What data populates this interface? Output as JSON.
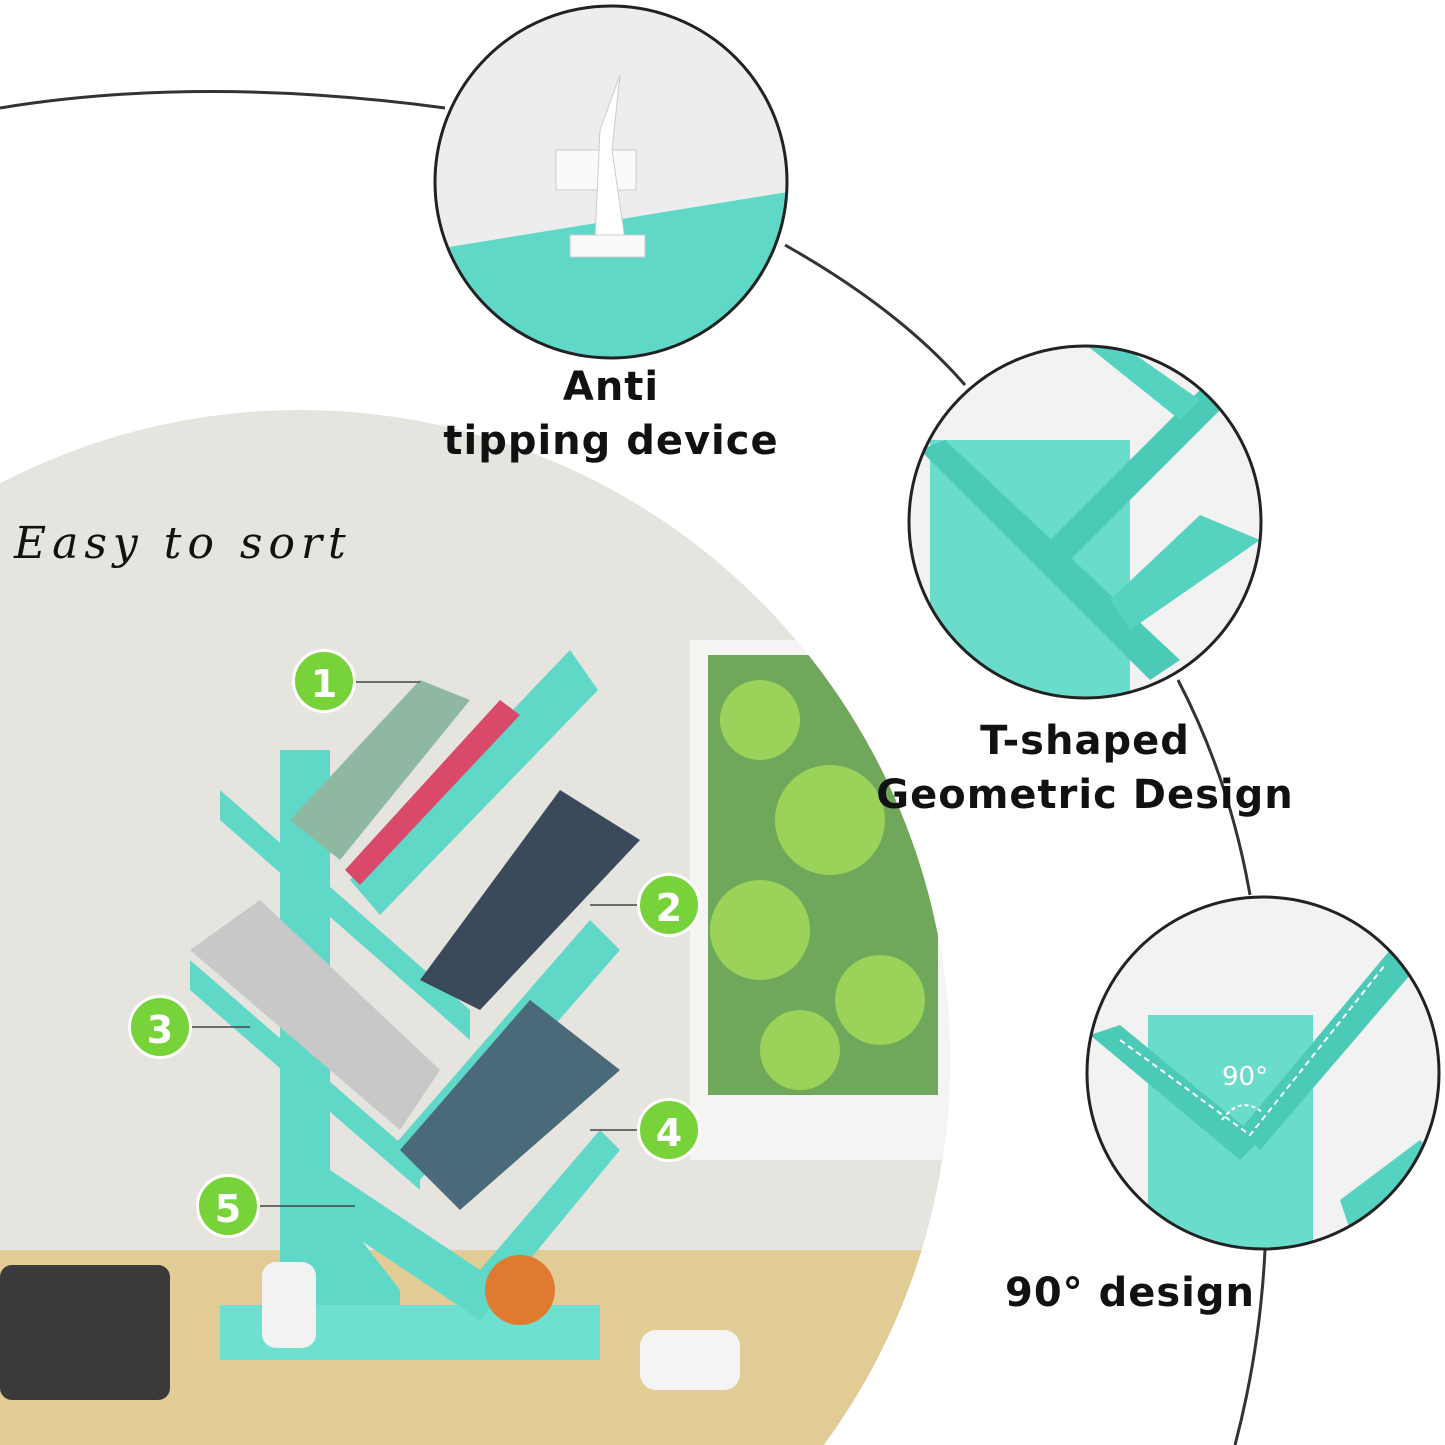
{
  "features": [
    {
      "label_line1": "Anti",
      "label_line2": "tipping device"
    },
    {
      "label_line1": "T-shaped",
      "label_line2": "Geometric Design"
    },
    {
      "label_line1": "90° design"
    }
  ],
  "main_photo": {
    "caption": "Easy to sort",
    "badges": [
      "1",
      "2",
      "3",
      "4",
      "5"
    ]
  },
  "angle_callout": "90°",
  "colors": {
    "teal": "#5fd8c8",
    "badge_green": "#78d23a",
    "wall": "#e6e4df",
    "desk": "#e2cc95"
  }
}
